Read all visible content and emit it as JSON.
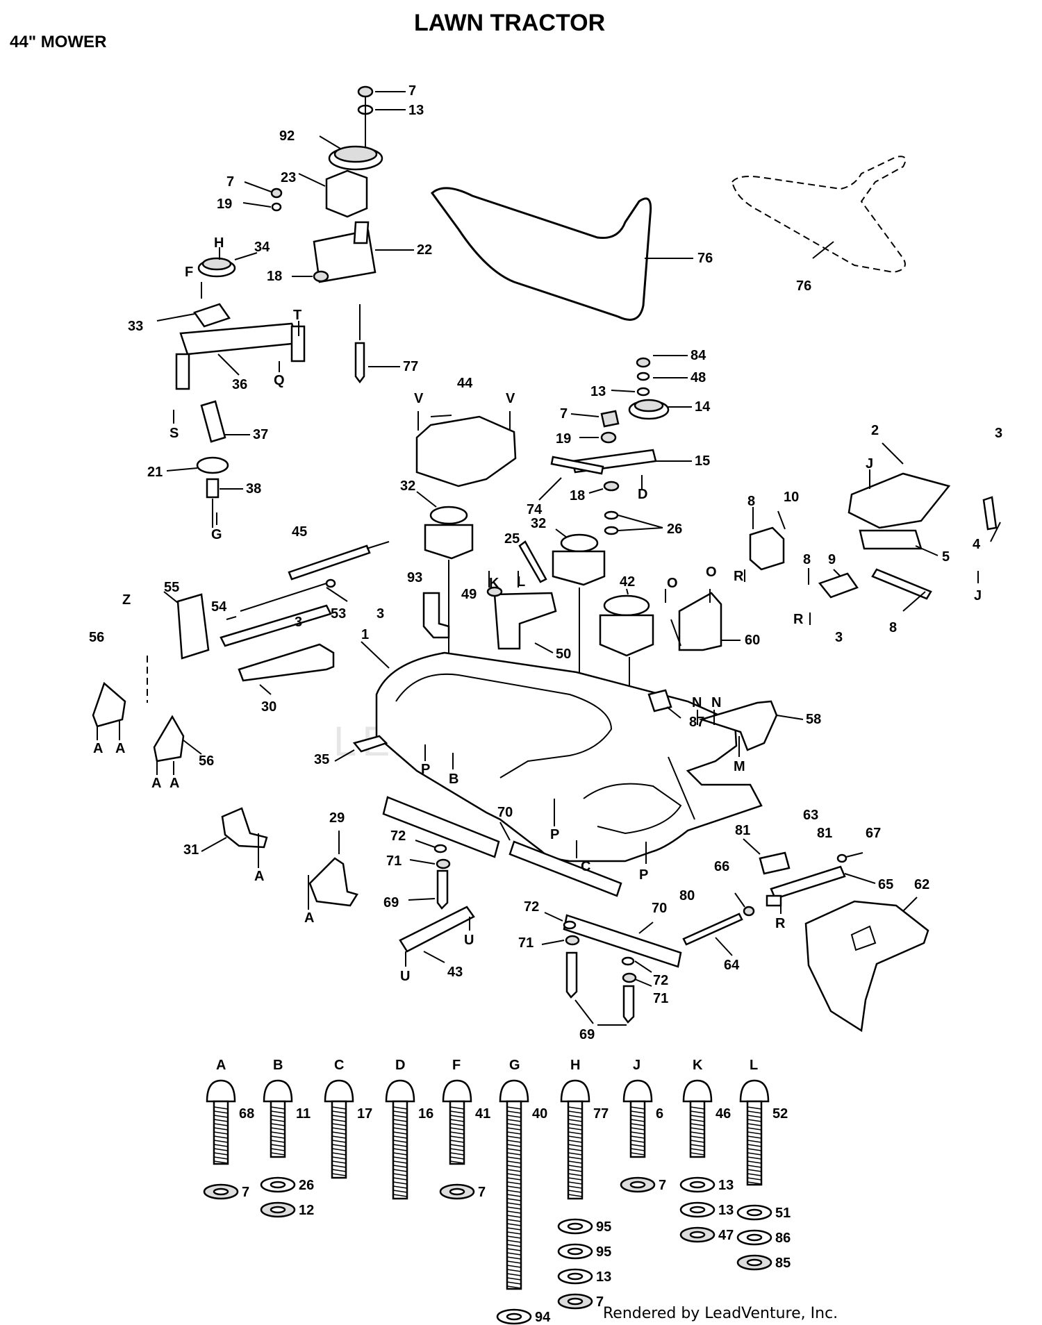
{
  "title": "LAWN TRACTOR",
  "subtitle": "44\" MOWER",
  "credit": "Rendered by LeadVenture, Inc.",
  "watermark": "LEADVENTURE",
  "diagram_labels": {
    "l7a": "7",
    "l13a": "13",
    "l92": "92",
    "l23": "23",
    "l7b": "7",
    "l19a": "19",
    "l22": "22",
    "l18a": "18",
    "l34": "34",
    "lH1": "H",
    "lF1": "F",
    "l33": "33",
    "lT1": "T",
    "l36": "36",
    "lQ1": "Q",
    "lS1": "S",
    "l37": "37",
    "l21": "21",
    "l38": "38",
    "lG1": "G",
    "l77a": "77",
    "l76a": "76",
    "l76b": "76",
    "l84": "84",
    "l48": "48",
    "l13b": "13",
    "l14": "14",
    "l7c": "7",
    "l19b": "19",
    "l15": "15",
    "l74": "74",
    "l18b": "18",
    "lD1": "D",
    "l44": "44",
    "lV1": "V",
    "lV2": "V",
    "l2": "2",
    "lJ1": "J",
    "l3a": "3",
    "l4": "4",
    "l5": "5",
    "lJ2": "J",
    "l8a": "8",
    "l10": "10",
    "lR1": "R",
    "l8b": "8",
    "l9": "9",
    "lR2": "R",
    "l3b": "3",
    "l8c": "8",
    "l32a": "32",
    "l32b": "32",
    "l26a": "26",
    "l25": "25",
    "l42": "42",
    "l45": "45",
    "l93": "93",
    "lK1": "K",
    "lL1": "L",
    "l49": "49",
    "l50": "50",
    "lO1": "O",
    "lO2": "O",
    "l60": "60",
    "l55": "55",
    "lZ": "Z",
    "l54": "54",
    "l53": "53",
    "l3c": "3",
    "l3d": "3",
    "l56a": "56",
    "l30": "30",
    "l1": "1",
    "l87": "87",
    "lN1": "N",
    "lN2": "N",
    "l58": "58",
    "lM1": "M",
    "lA1": "A",
    "lA2": "A",
    "l56b": "56",
    "lA3": "A",
    "lA4": "A",
    "l35": "35",
    "lP1": "P",
    "lB1": "B",
    "l29": "29",
    "l31": "31",
    "lA5": "A",
    "lA6": "A",
    "l70a": "70",
    "l72a": "72",
    "l71a": "71",
    "l69a": "69",
    "lP2": "P",
    "lC1": "C",
    "lP3": "P",
    "l80": "80",
    "l63": "63",
    "l81a": "81",
    "l81b": "81",
    "l67": "67",
    "l66": "66",
    "l65": "65",
    "lR3": "R",
    "l62": "62",
    "l64": "64",
    "l72b": "72",
    "l71b": "71",
    "l70b": "70",
    "l72c": "72",
    "l71c": "71",
    "l69b": "69",
    "l43": "43",
    "lU1": "U",
    "lU2": "U"
  },
  "hardware": [
    {
      "key": "A",
      "bolt": "68",
      "washers": [
        "7"
      ]
    },
    {
      "key": "B",
      "bolt": "11",
      "washers": [
        "26",
        "12"
      ]
    },
    {
      "key": "C",
      "bolt": "17",
      "washers": []
    },
    {
      "key": "D",
      "bolt": "16",
      "washers": []
    },
    {
      "key": "F",
      "bolt": "41",
      "washers": [
        "7"
      ]
    },
    {
      "key": "G",
      "bolt": "40",
      "washers": [
        "94",
        "7"
      ]
    },
    {
      "key": "H",
      "bolt": "77",
      "washers": [
        "95",
        "95",
        "13",
        "7"
      ]
    },
    {
      "key": "J",
      "bolt": "6",
      "washers": [
        "7"
      ]
    },
    {
      "key": "K",
      "bolt": "46",
      "washers": [
        "13",
        "13",
        "47"
      ]
    },
    {
      "key": "L",
      "bolt": "52",
      "washers": [
        "51",
        "86",
        "85"
      ]
    }
  ],
  "icons": {
    "bolt": "bolt-icon",
    "nut": "nut-icon",
    "washer": "washer-icon",
    "pulley": "pulley-icon",
    "belt": "belt-icon",
    "deck": "mower-deck-icon",
    "blade": "blade-icon"
  }
}
